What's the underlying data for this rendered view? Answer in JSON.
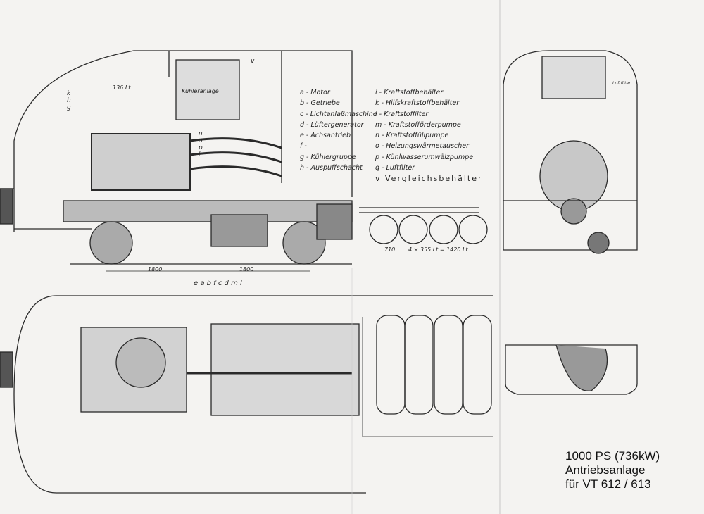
{
  "legend": {
    "left": [
      "a - Motor",
      "b - Getriebe",
      "c - Lichtanlaßmaschine",
      "d - Lüftergenerator",
      "e - Achsantrieb",
      "f -",
      "g - Kühlergruppe",
      "h - Auspuffschacht"
    ],
    "right": [
      "i - Kraftstoffbehälter",
      "k - Hilfskraftstoffbehälter",
      "l - Kraftstoffilter",
      "m - Kraftstofförderpumpe",
      "n - Kraftstoffüllpumpe",
      "o - Heizungswärmetauscher",
      "p - Kühlwasserumwälzpumpe",
      "q - Luftfilter",
      "v Vergleichsbehälter"
    ]
  },
  "title": {
    "line1": "1000 PS (736kW)",
    "line2": "Antriebsanlage",
    "line3": "für VT 612 / 613"
  },
  "labels": {
    "radiator": "Kühleranlage",
    "aux_tank": "136 Lt",
    "dim1": "1800",
    "dim2": "1800",
    "tank_capacity": "4 × 355 Lt = 1420 Lt",
    "tank_dim": "710",
    "component_row": "e   a   b   f   c   d   m   l",
    "side_letters": "k h g",
    "pump_letters": "n o p l",
    "v_mark": "v",
    "air_filter": "Luftfilter"
  }
}
